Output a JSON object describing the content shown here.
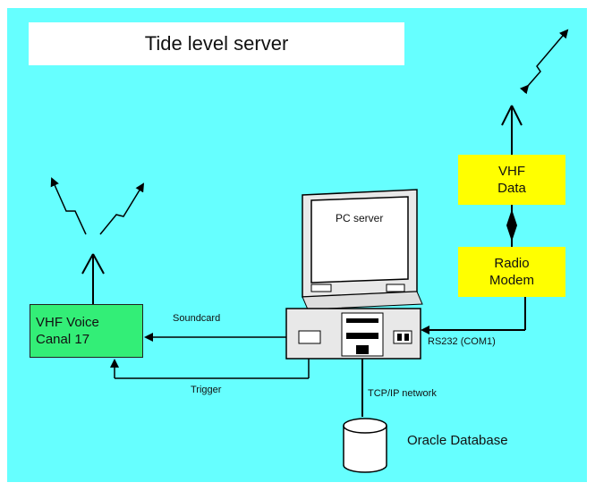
{
  "title": "Tide level server",
  "nodes": {
    "vhf_data": [
      "VHF",
      "Data"
    ],
    "radio_modem": [
      "Radio",
      "Modem"
    ],
    "vhf_voice": [
      "VHF Voice",
      "Canal 17"
    ],
    "pc_server": "PC server",
    "database": "Oracle Database"
  },
  "edges": {
    "soundcard": "Soundcard",
    "trigger": "Trigger",
    "rs232": "RS232 (COM1)",
    "tcpip": "TCP/IP network"
  },
  "colors": {
    "background": "#66ffff",
    "yellow_box": "#ffff00",
    "green_box": "#33ee77"
  }
}
